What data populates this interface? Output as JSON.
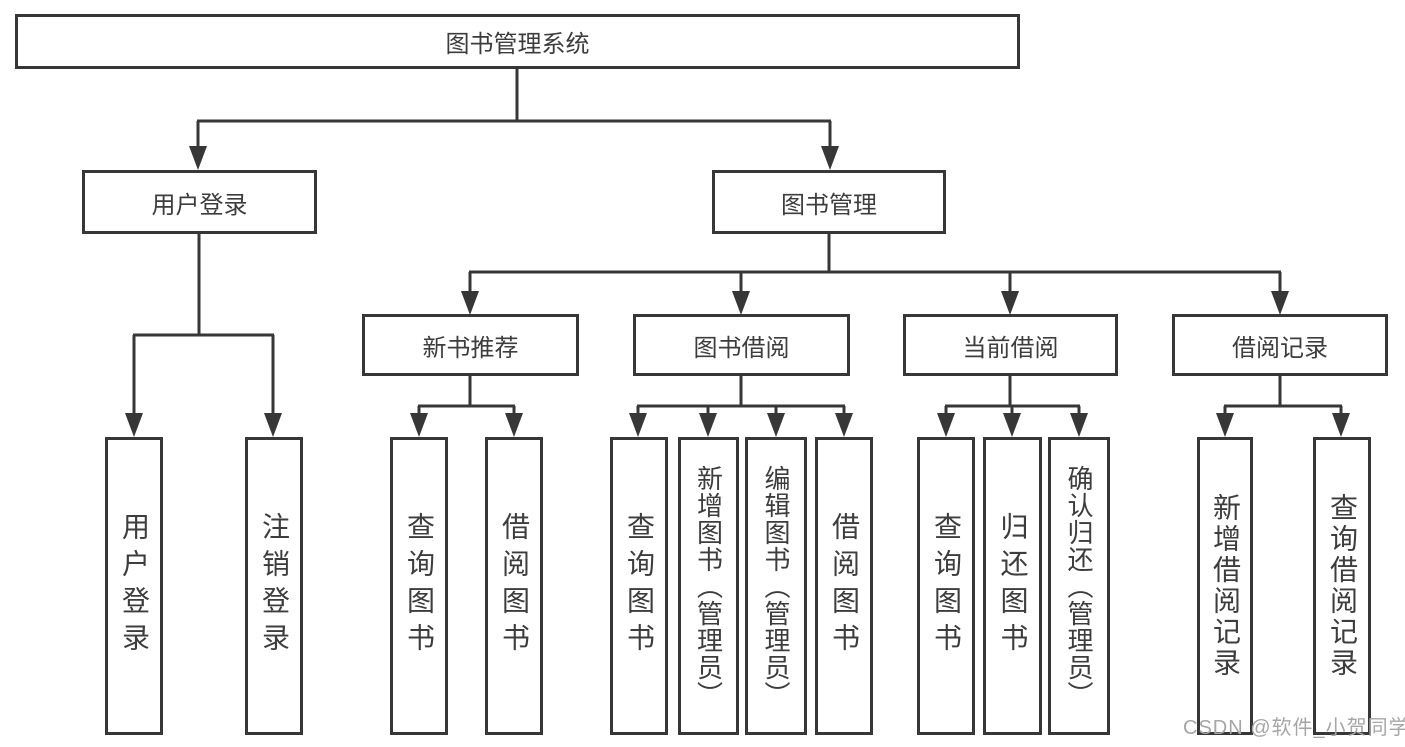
{
  "tree": {
    "root": {
      "label": "图书管理系统"
    },
    "branches": [
      {
        "label": "用户登录",
        "children": [
          {
            "label": "用户登录"
          },
          {
            "label": "注销登录"
          }
        ]
      },
      {
        "label": "图书管理",
        "groups": [
          {
            "label": "新书推荐",
            "children": [
              {
                "label": "查询图书"
              },
              {
                "label": "借阅图书"
              }
            ]
          },
          {
            "label": "图书借阅",
            "children": [
              {
                "label": "查询图书"
              },
              {
                "label": "新增图书（管理员）"
              },
              {
                "label": "编辑图书（管理员）"
              },
              {
                "label": "借阅图书"
              }
            ]
          },
          {
            "label": "当前借阅",
            "children": [
              {
                "label": "查询图书"
              },
              {
                "label": "归还图书"
              },
              {
                "label": "确认归还（管理员）"
              }
            ]
          },
          {
            "label": "借阅记录",
            "children": [
              {
                "label": "新增借阅记录"
              },
              {
                "label": "查询借阅记录"
              }
            ]
          }
        ]
      }
    ]
  },
  "colors": {
    "line": "#373737",
    "text": "#3d3d3d",
    "watermark": "#a6a6a6",
    "background": "#ffffff"
  },
  "watermark": {
    "text": "CSDN @软件_小贺同学"
  }
}
